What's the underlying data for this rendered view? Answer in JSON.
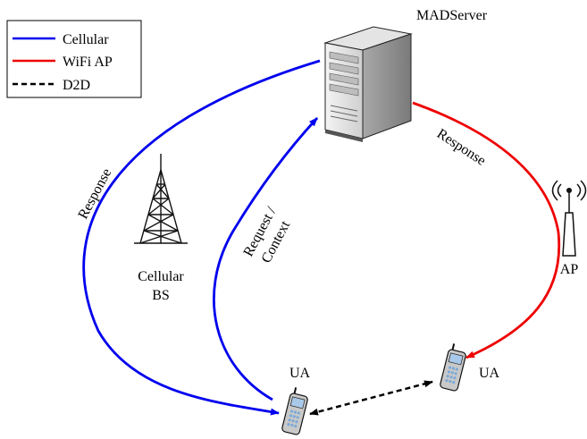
{
  "legend": {
    "items": [
      {
        "label": "Cellular",
        "color": "#0000ee",
        "style": "solid"
      },
      {
        "label": "WiFi AP",
        "color": "#ee0000",
        "style": "solid"
      },
      {
        "label": "D2D",
        "color": "#000000",
        "style": "dashed"
      }
    ]
  },
  "nodes": {
    "server": {
      "label": "MADServer",
      "icon": "server-icon"
    },
    "cellular_bs": {
      "label_line1": "Cellular",
      "label_line2": "BS",
      "icon": "cell-tower-icon"
    },
    "ap": {
      "label": "AP",
      "icon": "wifi-ap-icon"
    },
    "ua_left": {
      "label": "UA",
      "icon": "mobile-phone-icon"
    },
    "ua_right": {
      "label": "UA",
      "icon": "mobile-phone-icon"
    }
  },
  "edges": {
    "cell_response": {
      "label": "Response",
      "color": "#0000ee"
    },
    "cell_request": {
      "label_line1": "Request /",
      "label_line2": "Context",
      "color": "#0000ee"
    },
    "wifi_response": {
      "label": "Response",
      "color": "#ee0000"
    },
    "d2d": {
      "color": "#000000"
    }
  }
}
